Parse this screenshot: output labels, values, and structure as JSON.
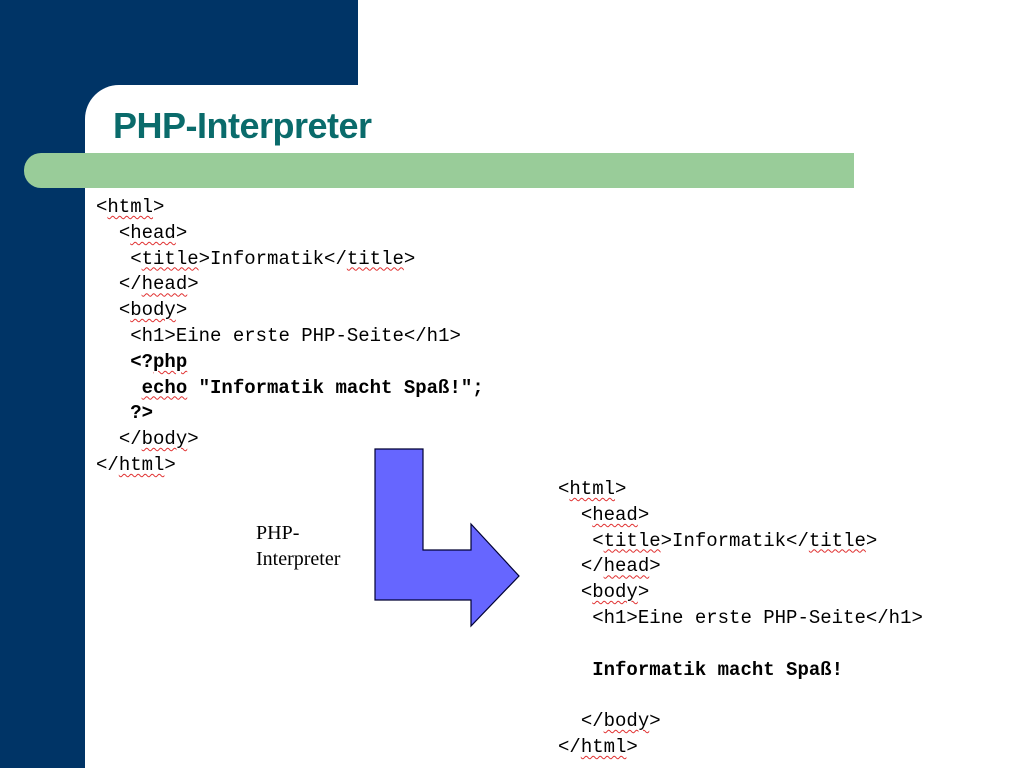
{
  "slide": {
    "title": "PHP-Interpreter",
    "arrow_label_line1": "PHP-",
    "arrow_label_line2": "Interpreter"
  },
  "source_code": [
    {
      "indent": "",
      "segments": [
        {
          "t": "<"
        },
        {
          "t": "html",
          "sq": true
        },
        {
          "t": ">"
        }
      ]
    },
    {
      "indent": "  ",
      "segments": [
        {
          "t": "<"
        },
        {
          "t": "head",
          "sq": true
        },
        {
          "t": ">"
        }
      ]
    },
    {
      "indent": "   ",
      "segments": [
        {
          "t": "<"
        },
        {
          "t": "title",
          "sq": true
        },
        {
          "t": ">Informatik</"
        },
        {
          "t": "title",
          "sq": true
        },
        {
          "t": ">"
        }
      ]
    },
    {
      "indent": "  ",
      "segments": [
        {
          "t": "</"
        },
        {
          "t": "head",
          "sq": true
        },
        {
          "t": ">"
        }
      ]
    },
    {
      "indent": "  ",
      "segments": [
        {
          "t": "<"
        },
        {
          "t": "body",
          "sq": true
        },
        {
          "t": ">"
        }
      ]
    },
    {
      "indent": "   ",
      "segments": [
        {
          "t": "<h1>Eine erste PHP-Seite</h1>"
        }
      ]
    },
    {
      "indent": "   ",
      "bold": true,
      "segments": [
        {
          "t": "<?"
        },
        {
          "t": "php",
          "sq": true
        }
      ]
    },
    {
      "indent": "    ",
      "bold": true,
      "segments": [
        {
          "t": "echo",
          "sq": true
        },
        {
          "t": " \"Informatik macht Spaß!\";"
        }
      ]
    },
    {
      "indent": "   ",
      "bold": true,
      "segments": [
        {
          "t": "?>"
        }
      ]
    },
    {
      "indent": "  ",
      "segments": [
        {
          "t": "</"
        },
        {
          "t": "body",
          "sq": true
        },
        {
          "t": ">"
        }
      ]
    },
    {
      "indent": "",
      "segments": [
        {
          "t": "</"
        },
        {
          "t": "html",
          "sq": true
        },
        {
          "t": ">"
        }
      ]
    }
  ],
  "output_code": [
    {
      "indent": "",
      "segments": [
        {
          "t": "<"
        },
        {
          "t": "html",
          "sq": true
        },
        {
          "t": ">"
        }
      ]
    },
    {
      "indent": "  ",
      "segments": [
        {
          "t": "<"
        },
        {
          "t": "head",
          "sq": true
        },
        {
          "t": ">"
        }
      ]
    },
    {
      "indent": "   ",
      "segments": [
        {
          "t": "<"
        },
        {
          "t": "title",
          "sq": true
        },
        {
          "t": ">Informatik</"
        },
        {
          "t": "title",
          "sq": true
        },
        {
          "t": ">"
        }
      ]
    },
    {
      "indent": "  ",
      "segments": [
        {
          "t": "</"
        },
        {
          "t": "head",
          "sq": true
        },
        {
          "t": ">"
        }
      ]
    },
    {
      "indent": "  ",
      "segments": [
        {
          "t": "<"
        },
        {
          "t": "body",
          "sq": true
        },
        {
          "t": ">"
        }
      ]
    },
    {
      "indent": "   ",
      "segments": [
        {
          "t": "<h1>Eine erste PHP-Seite</h1>"
        }
      ]
    },
    {
      "indent": "",
      "segments": []
    },
    {
      "indent": "   ",
      "bold": true,
      "segments": [
        {
          "t": "Informatik macht Spaß!"
        }
      ]
    },
    {
      "indent": "",
      "segments": []
    },
    {
      "indent": "  ",
      "segments": [
        {
          "t": "</"
        },
        {
          "t": "body",
          "sq": true
        },
        {
          "t": ">"
        }
      ]
    },
    {
      "indent": "",
      "segments": [
        {
          "t": "</"
        },
        {
          "t": "html",
          "sq": true
        },
        {
          "t": ">"
        }
      ]
    }
  ],
  "colors": {
    "navy_background": "#003466",
    "green_bar": "#99cc99",
    "title_text": "#0a6b6b",
    "arrow_fill": "#6666ff",
    "arrow_stroke": "#000033",
    "spellcheck_underline": "#e03030"
  },
  "icons": {
    "arrow": "bent-right-arrow-icon"
  }
}
